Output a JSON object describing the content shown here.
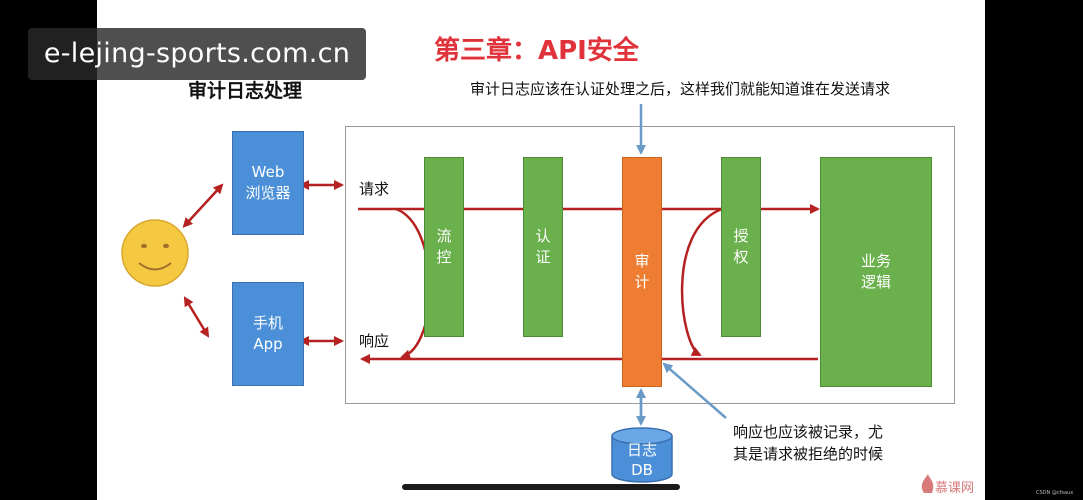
{
  "watermark": "e-lejing-sports.com.cn",
  "title": "第三章：API安全",
  "subtitle": "审计日志处理",
  "note_top": "审计日志应该在认证处理之后，这样我们就能知道谁在发送请求",
  "note_bottom": "响应也应该被记录，尤\n其是请求被拒绝的时候",
  "clients": {
    "web": "Web\n浏览器",
    "app": "手机\nApp"
  },
  "labels": {
    "request": "请求",
    "response": "响应"
  },
  "stages": {
    "flow_control": "流\n控",
    "authentication": "认\n证",
    "audit": "审\n计",
    "authorization": "授\n权",
    "business_logic": "业务\n逻辑"
  },
  "database": "日志\nDB",
  "logo": "慕课网",
  "credit": "CSDN @cfsaux",
  "colors": {
    "title": "#e0323a",
    "client_box": "#4a8fd8",
    "stage_box": "#6ab04c",
    "audit_box": "#ef7d31",
    "flow_arrow": "#b52020",
    "pointer_arrow": "#6a9bc8",
    "user_face": "#f5c842"
  },
  "icons": {
    "user": "smiley-face-icon",
    "database": "database-cylinder-icon"
  }
}
